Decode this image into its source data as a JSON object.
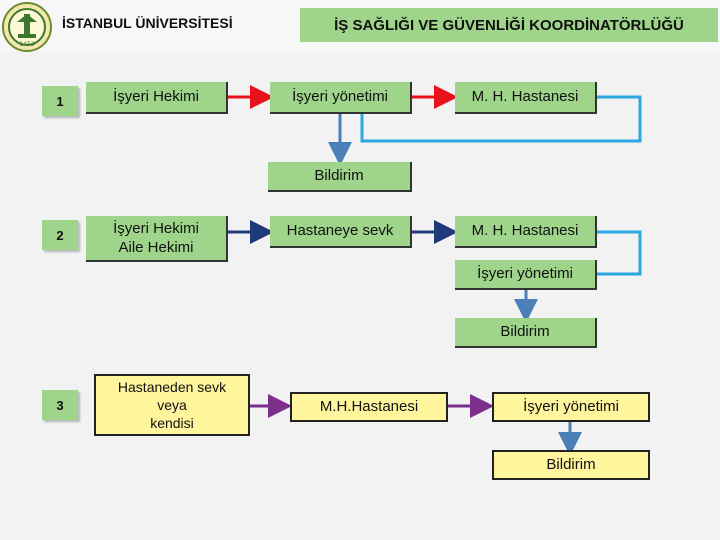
{
  "header": {
    "university": "İSTANBUL ÜNİVERSİTESİ",
    "department": "İŞ SAĞLIĞI VE GÜVENLİĞİ KOORDİNATÖRLÜĞÜ",
    "logo_icon": "university-seal-icon"
  },
  "rows": [
    {
      "number": "1",
      "nodes": {
        "start": "İşyeri Hekimi",
        "management": "İşyeri yönetimi",
        "hospital": "M. H. Hastanesi",
        "report": "Bildirim"
      }
    },
    {
      "number": "2",
      "nodes": {
        "start_line1": "İşyeri Hekimi",
        "start_line2": "Aile Hekimi",
        "referral": "Hastaneye sevk",
        "hospital": "M. H. Hastanesi",
        "management": "İşyeri yönetimi",
        "report": "Bildirim"
      }
    },
    {
      "number": "3",
      "nodes": {
        "start_line1": "Hastaneden sevk",
        "start_line2": "veya",
        "start_line3": "kendisi",
        "hospital": "M.H.Hastanesi",
        "management": "İşyeri yönetimi",
        "report": "Bildirim"
      }
    }
  ],
  "colors": {
    "box_green": "#9fd48b",
    "box_yellow": "#fff59d",
    "report_yellow_bg": "#fff59d",
    "arrow_red": "#e8101a",
    "arrow_navy": "#1f3a7a",
    "arrow_purple": "#7d2f8c",
    "connector_blue": "#2aa8e0",
    "arrow_steel": "#4a7fb8"
  }
}
